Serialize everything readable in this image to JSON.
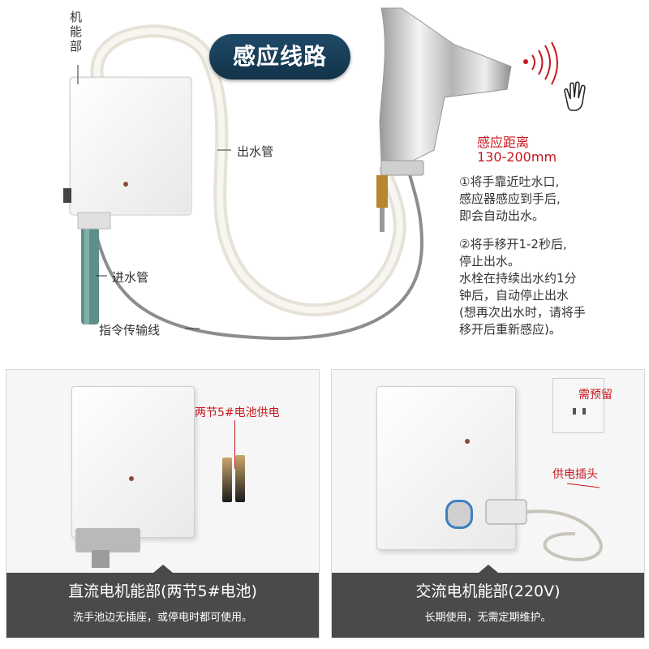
{
  "title": "感应线路",
  "labels": {
    "motor_unit": "机能部",
    "outlet_pipe": "出水管",
    "inlet_pipe": "进水管",
    "signal_wire": "指令传输线",
    "sensing_distance_title": "感应距离",
    "sensing_distance_value": "130-200mm"
  },
  "notes": [
    "①将手靠近吐水口,",
    "感应器感应到手后,",
    "即会自动出水。",
    "②将手移开1-2秒后,",
    "停止出水。",
    "水栓在持续出水约1分",
    "钟后，自动停止出水",
    "(想再次出水时，请将手",
    "移开后重新感应)。"
  ],
  "dc_panel": {
    "battery_label": "两节5#电池供电",
    "title": "直流电机能部(两节5#电池)",
    "subtitle": "洗手池边无插座，或停电时都可使用。"
  },
  "ac_panel": {
    "socket_label": "需预留",
    "plug_label": "供电插头",
    "title": "交流电机能部(220V)",
    "subtitle": "长期使用，无需定期维护。"
  },
  "colors": {
    "title_bg": "#1a3f5a",
    "accent_red": "#c8161d",
    "footer_bg": "#4a4a4a"
  }
}
